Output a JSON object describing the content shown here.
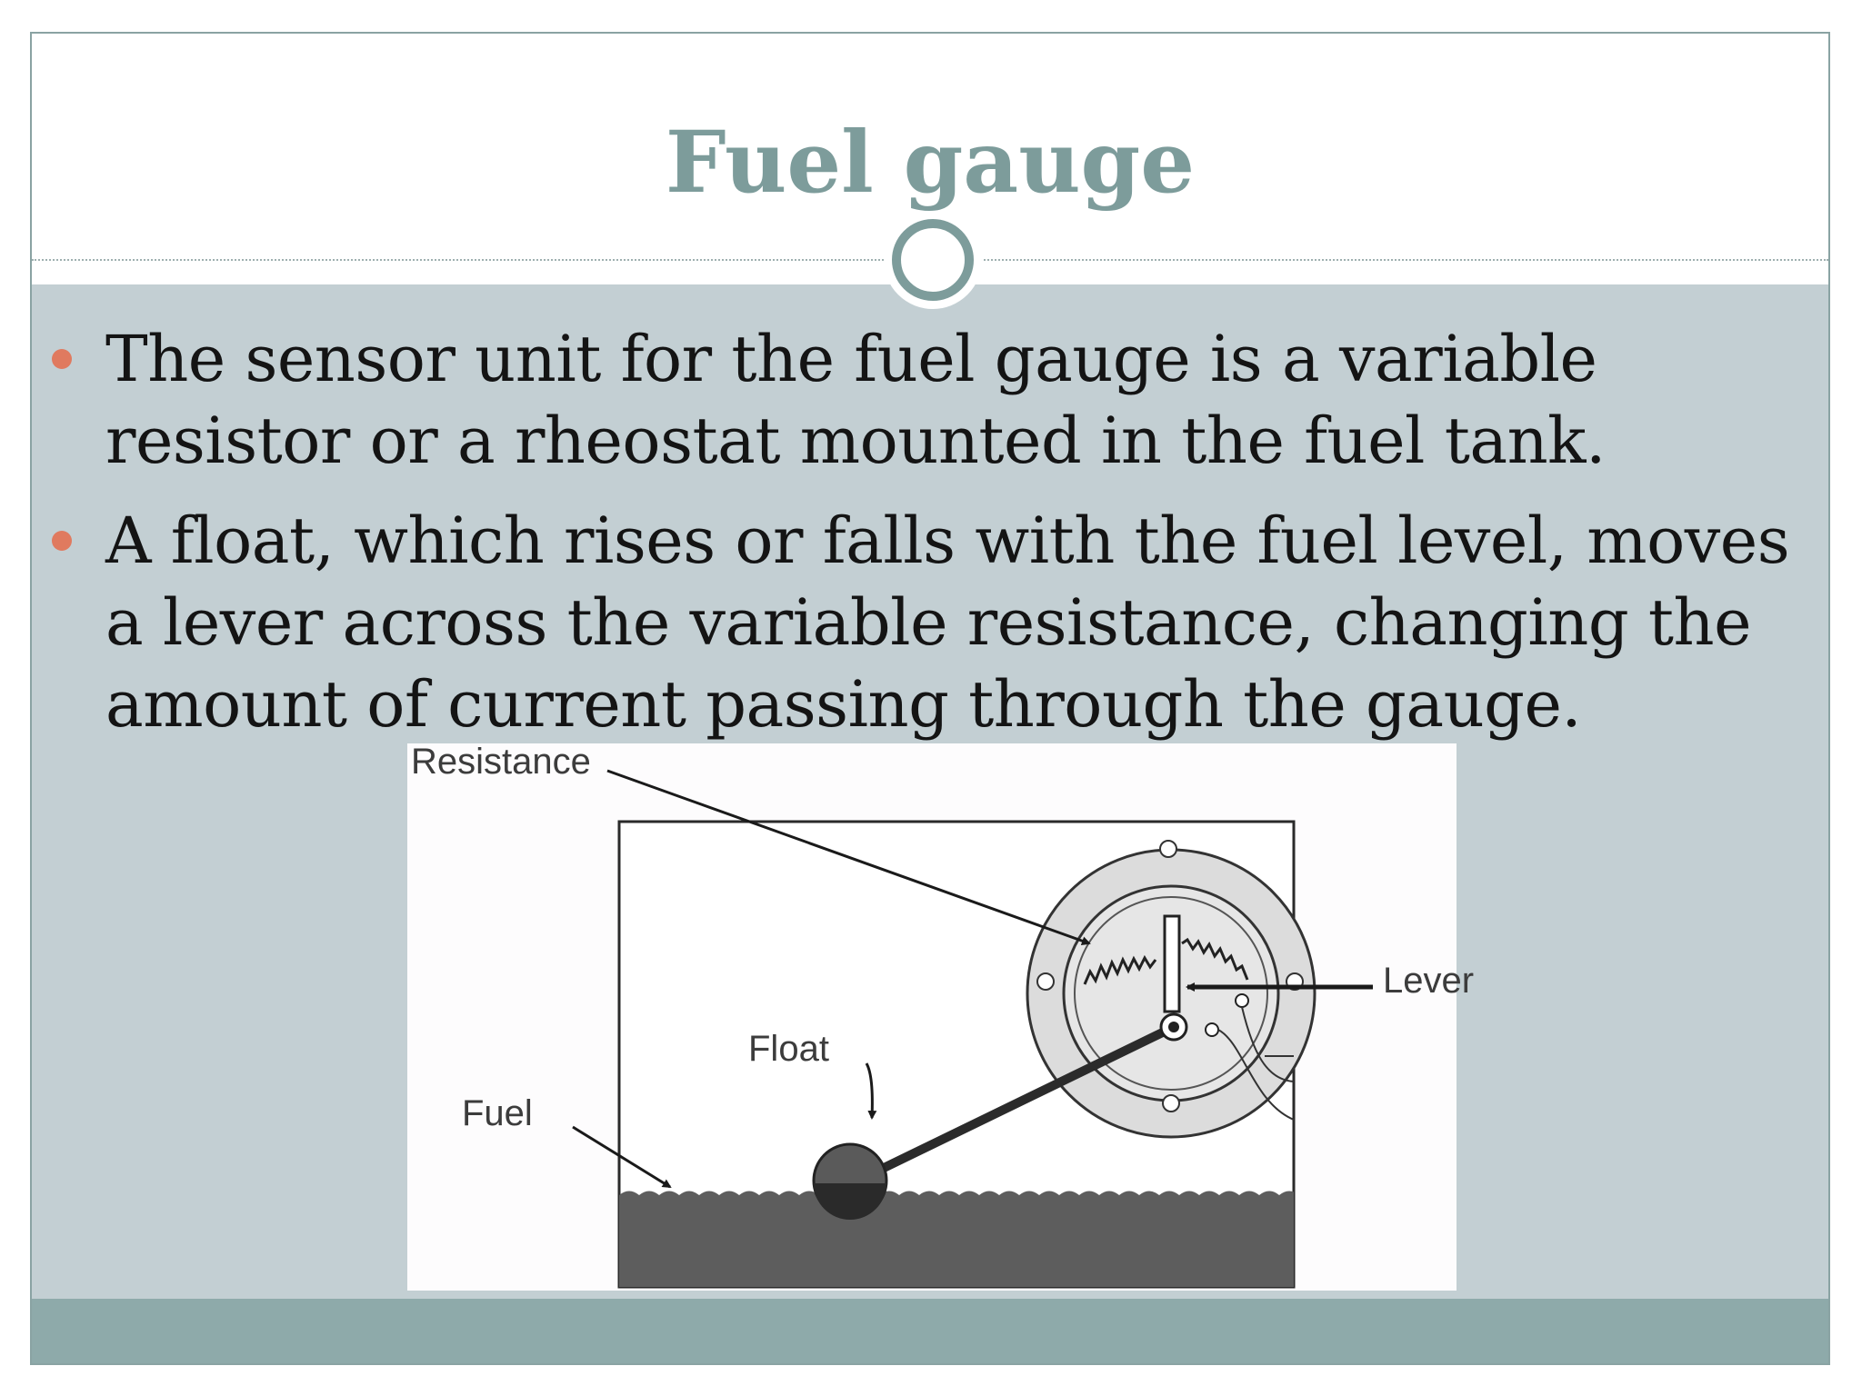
{
  "slide": {
    "title": "Fuel gauge",
    "bullets": [
      "The sensor unit for the fuel gauge is a variable resistor or a rheostat mounted in the fuel tank.",
      "A float, which rises or falls with the fuel level, moves a lever across the variable resistance, changing the amount of current passing through the gauge."
    ]
  },
  "figure": {
    "labels": {
      "resistance": "Resistance",
      "lever": "Lever",
      "float": "Float",
      "fuel": "Fuel"
    }
  },
  "colors": {
    "title": "#7d9c9b",
    "content_background": "#c3cfd3",
    "footer": "#8eaaaa",
    "bullet": "#e07a5f"
  }
}
